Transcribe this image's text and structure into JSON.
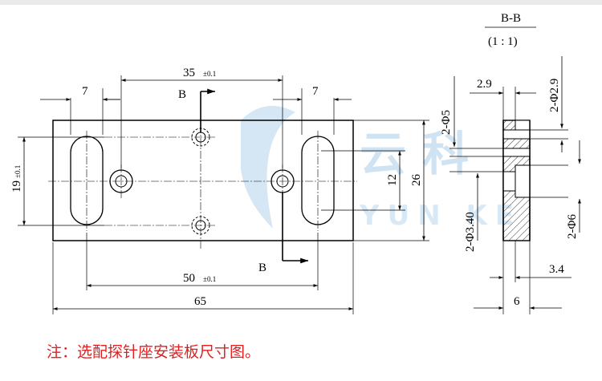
{
  "section_view": {
    "label": "B-B",
    "scale": "(1 : 1)"
  },
  "front_view": {
    "section_mark_top": "B",
    "section_mark_bottom": "B"
  },
  "dimensions": {
    "d35": "35",
    "tol_35": "±0.1",
    "d7_left": "7",
    "d7_right": "7",
    "d19": "19",
    "tol_19": "±0.1",
    "d12": "12",
    "d26": "26",
    "d50": "50",
    "tol_50": "±0.1",
    "d65": "65",
    "s29": "2.9",
    "s_phi5": "2-Φ5",
    "s_phi29": "2-Φ2.9",
    "s_phi34": "2-Φ3.40",
    "s_phi6": "2-Φ6",
    "s34": "3.4",
    "s6": "6"
  },
  "watermark": {
    "cn": "云 科",
    "en": "YUN  KE"
  },
  "note": "注：选配探针座安装板尺寸图。",
  "colors": {
    "line": "#000000",
    "note": "#e02020",
    "watermark": "#cfe3f3"
  }
}
